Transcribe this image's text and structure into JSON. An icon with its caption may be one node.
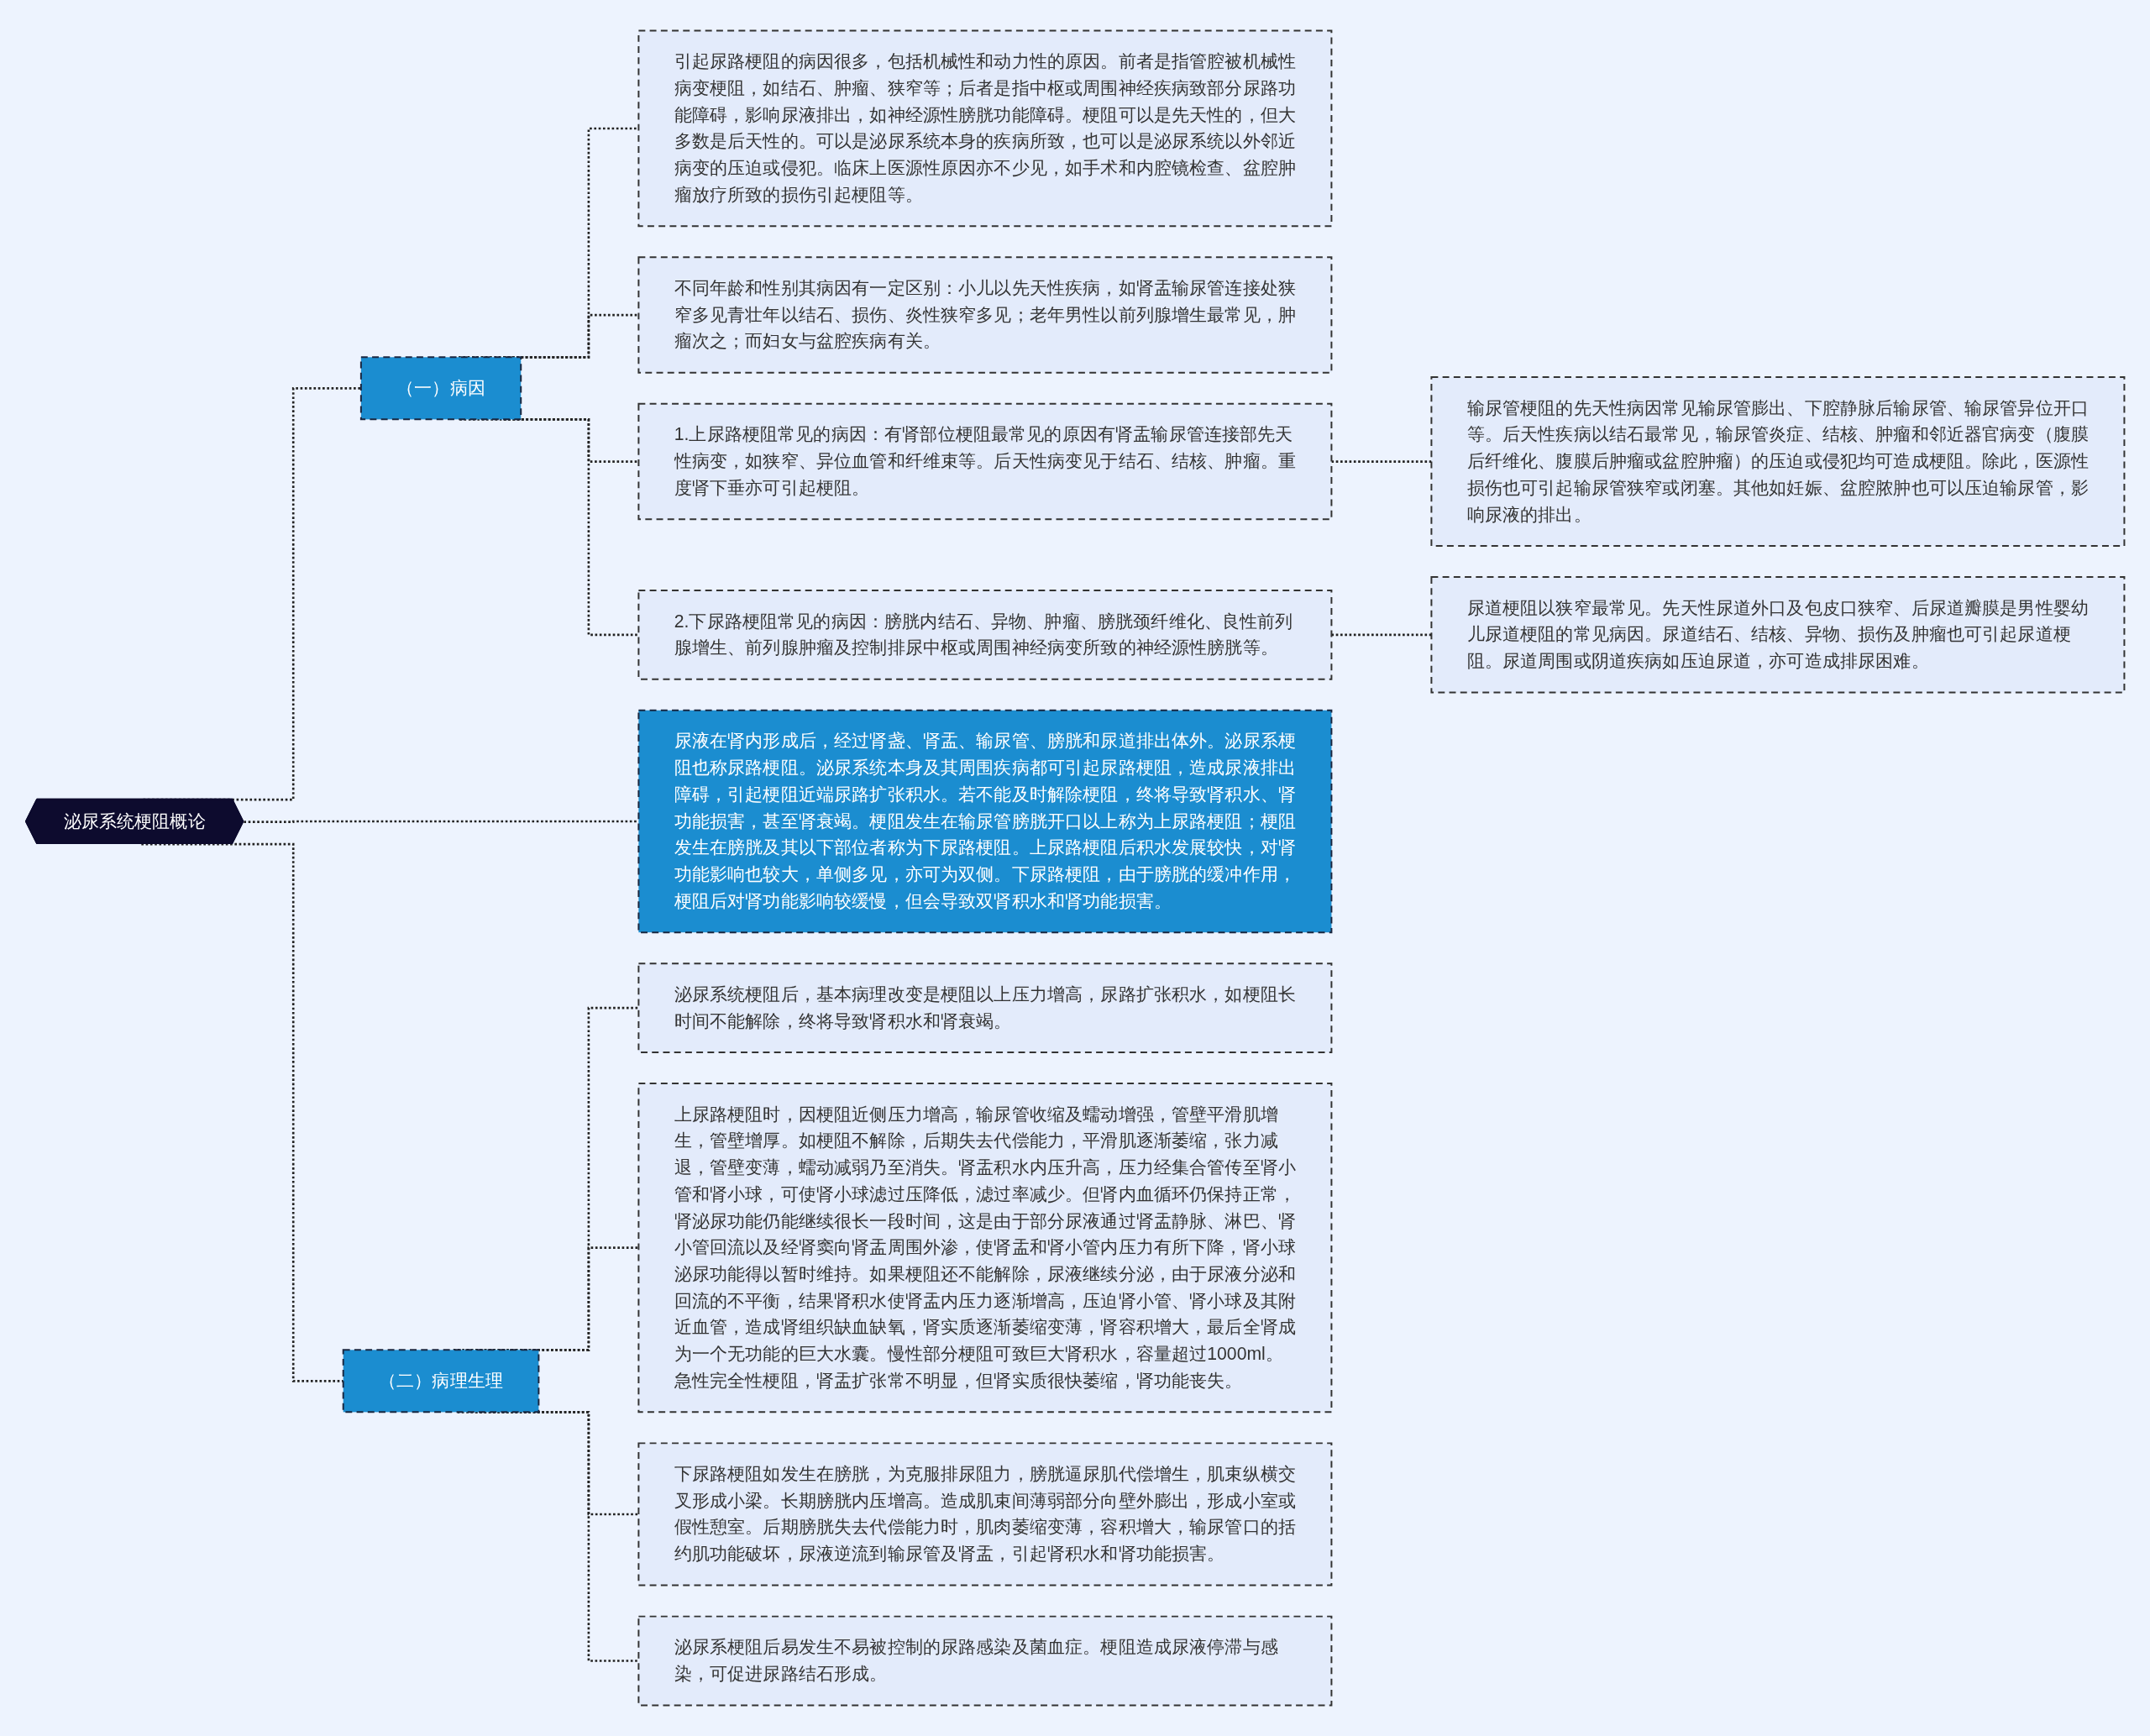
{
  "diagram": {
    "nodes": [
      {
        "text": [
          "泌尿系统梗阻概论"
        ]
      },
      {
        "text": [
          "（一）病因"
        ]
      },
      {
        "text": [
          "引起尿路梗阻的病因很多，包括机械性和动力性的原因。前者是指管腔被机械性病变梗阻，如结石、肿瘤、狭窄等；后者是指中枢或周围神经疾病致部分尿路功能障碍，影响尿液排出，如神经源性膀胱功能障碍。梗阻可以是先天性的，但大多数是后天性的。可以是泌尿系统本身的疾病所致，也可以是泌尿系统以外邻近病变的压迫或侵犯。临床上医源性原因亦不少见，如手术和内腔镜检查、盆腔肿瘤放疗所致的损伤引起梗阻等。"
        ]
      },
      {
        "text": [
          "不同年龄和性别其病因有一定区别：小儿以先天性疾病，如肾盂输尿管连接处狭窄多见青壮年以结石、损伤、炎性狭窄多见；老年男性以前列腺增生最常见，肿瘤次之；而妇女与盆腔疾病有关。"
        ]
      },
      {
        "text": [
          "1.上尿路梗阻常见的病因：有肾部位梗阻最常见的原因有肾盂输尿管连接部先天性病变，如狭窄、异位血管和纤维束等。后天性病变见于结石、结核、肿瘤。重度肾下垂亦可引起梗阻。"
        ]
      },
      {
        "text": [
          "输尿管梗阻的先天性病因常见输尿管膨出、下腔静脉后输尿管、输尿管异位开口等。后天性疾病以结石最常见，输尿管炎症、结核、肿瘤和邻近器官病变（腹膜后纤维化、腹膜后肿瘤或盆腔肿瘤）的压迫或侵犯均可造成梗阻。除此，医源性损伤也可引起输尿管狭窄或闭塞。其他如妊娠、盆腔脓肿也可以压迫输尿管，影响尿液的排出。"
        ]
      },
      {
        "text": [
          "2.下尿路梗阻常见的病因：膀胱内结石、异物、肿瘤、膀胱颈纤维化、良性前列腺增生、前列腺肿瘤及控制排尿中枢或周围神经病变所致的神经源性膀胱等。"
        ]
      },
      {
        "text": [
          "尿道梗阻以狭窄最常见。先天性尿道外口及包皮口狭窄、后尿道瓣膜是男性婴幼儿尿道梗阻的常见病因。尿道结石、结核、异物、损伤及肿瘤也可引起尿道梗阻。尿道周围或阴道疾病如压迫尿道，亦可造成排尿困难。"
        ]
      },
      {
        "text": [
          "尿液在肾内形成后，经过肾盏、肾盂、输尿管、膀胱和尿道排出体外。泌尿系梗阻也称尿路梗阻。泌尿系统本身及其周围疾病都可引起尿路梗阻，造成尿液排出障碍，引起梗阻近端尿路扩张积水。若不能及时解除梗阻，终将导致肾积水、肾功能损害，甚至肾衰竭。梗阻发生在输尿管膀胱开口以上称为上尿路梗阻；梗阻发生在膀胱及其以下部位者称为下尿路梗阻。上尿路梗阻后积水发展较快，对肾功能影响也较大，单侧多见，亦可为双侧。下尿路梗阻，由于膀胱的缓冲作用，梗阻后对肾功能影响较缓慢，但会导致双肾积水和肾功能损害。"
        ]
      },
      {
        "text": [
          "（二）病理生理"
        ]
      },
      {
        "text": [
          "泌尿系统梗阻后，基本病理改变是梗阻以上压力增高，尿路扩张积水，如梗阻长时间不能解除，终将导致肾积水和肾衰竭。"
        ]
      },
      {
        "text": [
          "上尿路梗阻时，因梗阻近侧压力增高，输尿管收缩及蠕动增强，管壁平滑肌增生，管壁增厚。如梗阻不解除，后期失去代偿能力，平滑肌逐渐萎缩，张力减退，管壁变薄，蠕动减弱乃至消失。肾盂积水内压升高，压力经集合管传至肾小管和肾小球，可使肾小球滤过压降低，滤过率减少。但肾内血循环仍保持正常，肾泌尿功能仍能继续很长一段时间，这是由于部分尿液通过肾盂静脉、淋巴、肾小管回流以及经肾窦向肾盂周围外渗，使肾盂和肾小管内压力有所下降，肾小球泌尿功能得以暂时维持。如果梗阻还不能解除，尿液继续分泌，由于尿液分泌和回流的不平衡，结果肾积水使肾盂内压力逐渐增高，压迫肾小管、肾小球及其附近血管，造成肾组织缺血缺氧，肾实质逐渐萎缩变薄，肾容积增大，最后全肾成为一个无功能的巨大水囊。慢性部分梗阻可致巨大肾积水，容量超过1000ml。急性完全性梗阻，肾盂扩张常不明显，但肾实质很快萎缩，肾功能丧失。"
        ]
      },
      {
        "text": [
          "下尿路梗阻如发生在膀胱，为克服排尿阻力，膀胱逼尿肌代偿增生，肌束纵横交叉形成小梁。长期膀胱内压增高。造成肌束间薄弱部分向壁外膨出，形成小室或假性憩室。后期膀胱失去代偿能力时，肌肉萎缩变薄，容积增大，输尿管口的括约肌功能破坏，尿液逆流到输尿管及肾盂，引起肾积水和肾功能损害。"
        ]
      },
      {
        "text": [
          "泌尿系梗阻后易发生不易被控制的尿路感染及菌血症。梗阻造成尿液停滞与感染，可促进尿路结石形成。"
        ]
      }
    ],
    "edges": [
      {
        "from": 0,
        "to": 1,
        "arrow": "none",
        "style": "dashed"
      },
      {
        "from": 1,
        "to": 2,
        "arrow": "none",
        "style": "dashed"
      },
      {
        "from": 1,
        "to": 3,
        "arrow": "none",
        "style": "dashed"
      },
      {
        "from": 1,
        "to": 4,
        "arrow": "none",
        "style": "dashed"
      },
      {
        "from": 4,
        "to": 5,
        "arrow": "none",
        "style": "dashed"
      },
      {
        "from": 1,
        "to": 6,
        "arrow": "none",
        "style": "dashed"
      },
      {
        "from": 6,
        "to": 7,
        "arrow": "none",
        "style": "dashed"
      },
      {
        "from": 0,
        "to": 8,
        "arrow": "none",
        "style": "dashed"
      },
      {
        "from": 0,
        "to": 9,
        "arrow": "none",
        "style": "dashed"
      },
      {
        "from": 9,
        "to": 10,
        "arrow": "none",
        "style": "dashed"
      },
      {
        "from": 9,
        "to": 11,
        "arrow": "none",
        "style": "dashed"
      },
      {
        "from": 9,
        "to": 12,
        "arrow": "none",
        "style": "dashed"
      },
      {
        "from": 9,
        "to": 13,
        "arrow": "none",
        "style": "dashed"
      }
    ]
  }
}
